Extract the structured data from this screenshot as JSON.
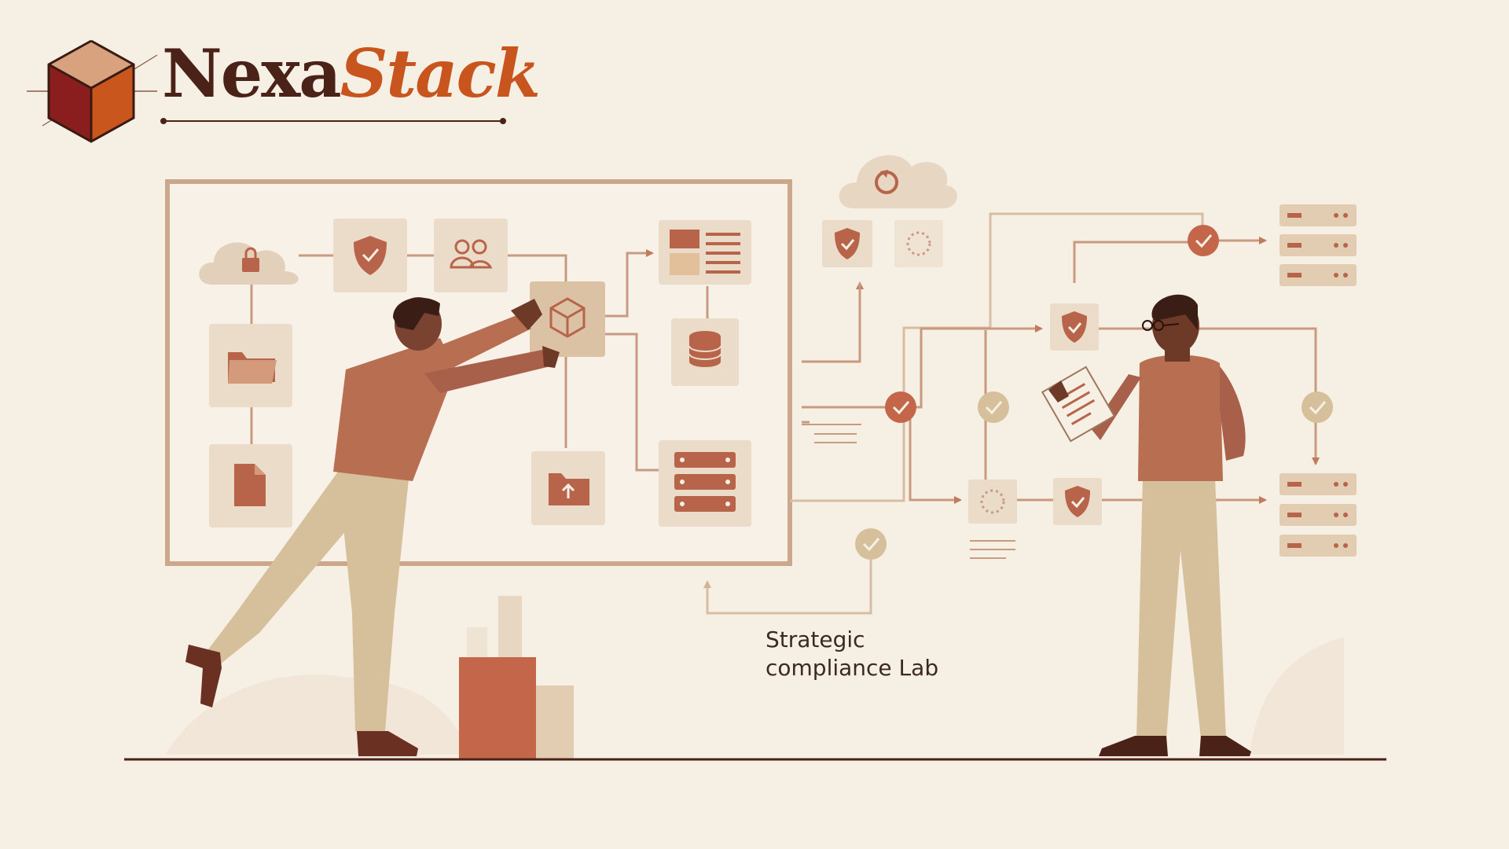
{
  "brand": {
    "name_part1": "Nexa",
    "name_part2": "Stack"
  },
  "caption": {
    "line1": "Strategic",
    "line2": "compliance Lab"
  },
  "colors": {
    "background": "#f6efe4",
    "brand_dark": "#4a2218",
    "brand_accent": "#c8541e",
    "terracotta": "#b8644a",
    "tile": "#eadcc8",
    "line": "#c99a80",
    "pants": "#d6bf9b",
    "shirt": "#b86e50"
  },
  "icons": [
    "cube-logo-icon",
    "cloud-lock-icon",
    "shield-check-icon",
    "users-icon",
    "cube-icon",
    "layout-icon",
    "folder-icon",
    "database-icon",
    "document-icon",
    "folder-upload-icon",
    "server-stack-icon",
    "cloud-sync-icon",
    "gear-circle-icon",
    "check-circle-icon"
  ]
}
